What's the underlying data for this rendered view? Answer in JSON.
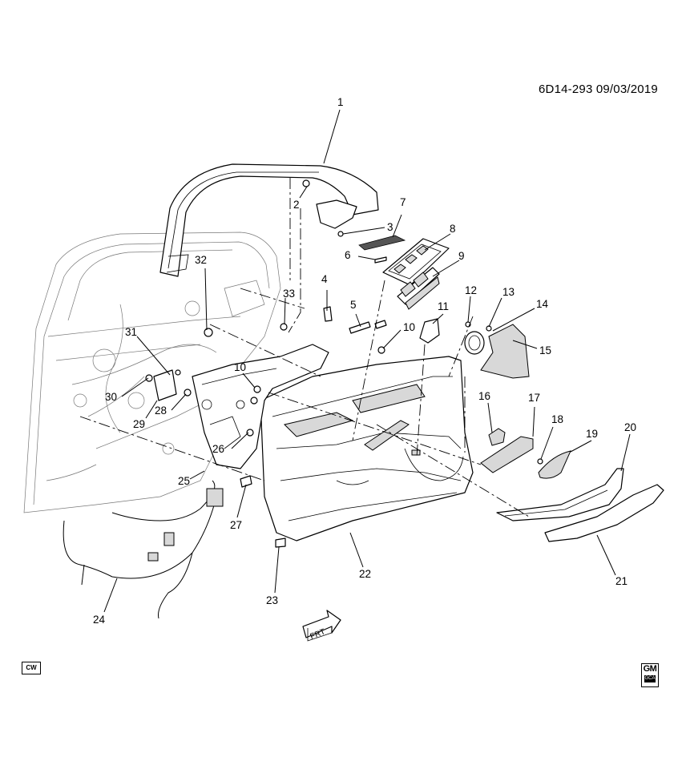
{
  "header": {
    "ref_code": "6D14-293  09/03/2019"
  },
  "badges": {
    "cw": "CW",
    "gm": "GM",
    "gm_sub": "GCA"
  },
  "fwd_label": "FRT",
  "callouts": [
    "1",
    "2",
    "3",
    "4",
    "5",
    "6",
    "7",
    "8",
    "9",
    "10",
    "10",
    "11",
    "12",
    "13",
    "14",
    "15",
    "16",
    "17",
    "18",
    "19",
    "20",
    "21",
    "22",
    "23",
    "24",
    "25",
    "26",
    "27",
    "28",
    "29",
    "30",
    "31",
    "32",
    "33"
  ]
}
